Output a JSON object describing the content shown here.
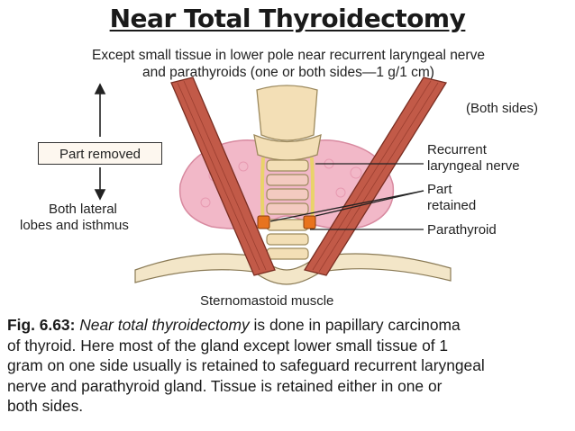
{
  "title": "Near Total Thyroidectomy",
  "description": {
    "line1": "Except small tissue in lower pole near recurrent laryngeal nerve",
    "line2": "and parathyroids (one or both sides—1 g/1 cm)"
  },
  "labels": {
    "part_removed": "Part removed",
    "lobes_line1": "Both lateral",
    "lobes_line2": "lobes and isthmus",
    "both_sides": "(Both sides)",
    "recurrent_line1": "Recurrent",
    "recurrent_line2": "laryngeal nerve",
    "part_retained_line1": "Part",
    "part_retained_line2": "retained",
    "parathyroid": "Parathyroid",
    "sternomastoid": "Sternomastoid muscle"
  },
  "caption": {
    "fig_label": "Fig. 6.63:",
    "italic_term": "Near total thyroidectomy",
    "line1_rest": " is done in papillary carcinoma",
    "line2": "of thyroid. Here most of the gland except lower small tissue of 1",
    "line3": "gram on one side usually is retained to safeguard recurrent laryngeal",
    "line4": "nerve and parathyroid gland. Tissue is retained either in one or",
    "line5": "both sides."
  },
  "colors": {
    "gland": "#f2b8c8",
    "muscle": "#c25a48",
    "trachea": "#f3dfb6",
    "parathyroid": "#e8731e",
    "nerve": "#e9d36a"
  }
}
